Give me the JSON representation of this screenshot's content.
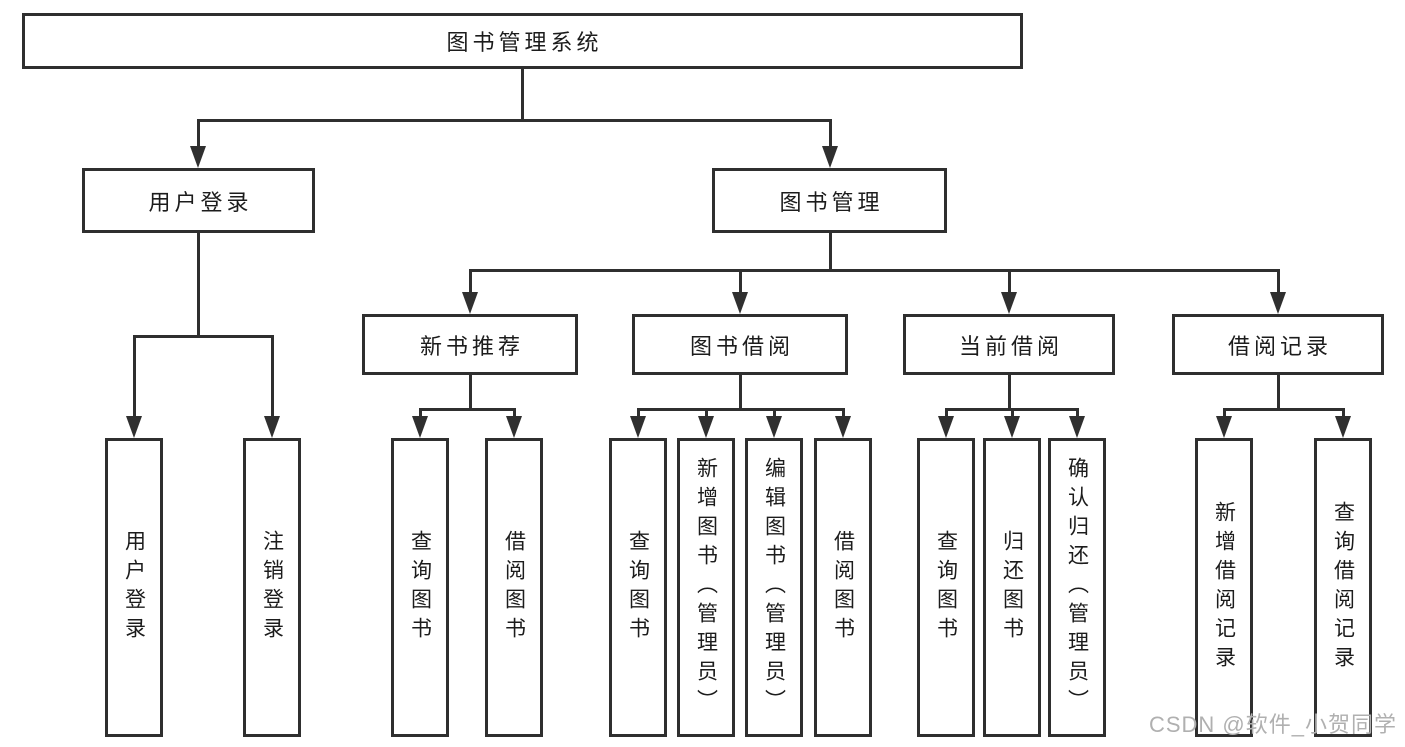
{
  "nodes": {
    "root": "图书管理系统",
    "user_login": "用户登录",
    "book_mgmt": "图书管理",
    "new_book_rec": "新书推荐",
    "book_borrow": "图书借阅",
    "current_borrow": "当前借阅",
    "borrow_records": "借阅记录",
    "leaf_user_login": "用户登录",
    "leaf_logout": "注销登录",
    "leaf_query_book_rec": "查询图书",
    "leaf_borrow_book_rec": "借阅图书",
    "leaf_query_book_borrow": "查询图书",
    "leaf_add_book": "新增图书（管理员）",
    "leaf_edit_book": "编辑图书（管理员）",
    "leaf_borrow_book_borrow": "借阅图书",
    "leaf_query_book_current": "查询图书",
    "leaf_return_book": "归还图书",
    "leaf_confirm_return": "确认归还（管理员）",
    "leaf_add_record": "新增借阅记录",
    "leaf_query_record": "查询借阅记录"
  },
  "watermark": "CSDN @软件_小贺同学",
  "colors": {
    "line": "#2f2f2f",
    "text": "#1c1c1c",
    "watermark": "#b0b0b0",
    "background": "#ffffff"
  }
}
